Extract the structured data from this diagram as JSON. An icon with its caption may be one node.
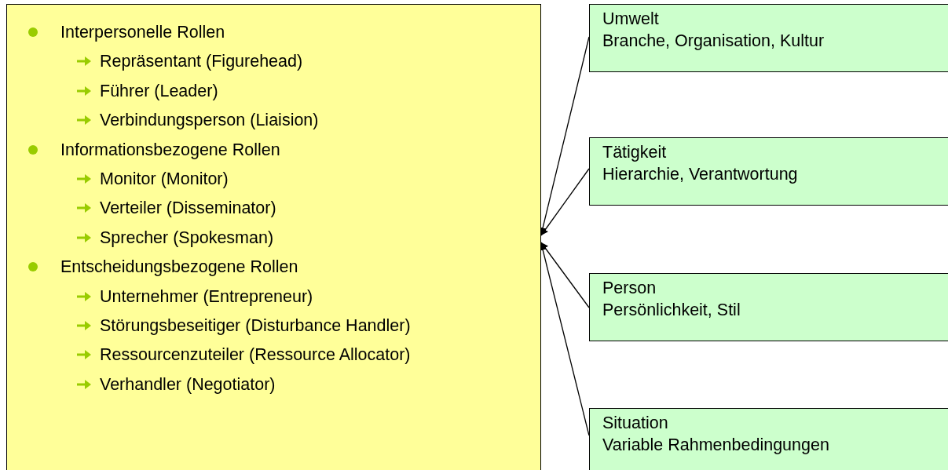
{
  "diagram": {
    "nodes": [
      {
        "text": [
          "Interpersonelle Rollen",
          "Repräsentant (Figurehead)",
          "Führer (Leader)",
          "Verbindungsperson (Liaision)",
          "Informationsbezogene Rollen",
          "Monitor (Monitor)",
          "Verteiler (Disseminator)",
          "Sprecher (Spokesman)",
          "Entscheidungsbezogene Rollen",
          "Unternehmer (Entrepreneur)",
          "Störungsbeseitiger (Disturbance Handler)",
          "Ressourcenzuteiler (Ressource Allocator)",
          "Verhandler (Negotiator)"
        ]
      },
      {
        "text": [
          "Umwelt",
          "Branche, Organisation, Kultur"
        ]
      },
      {
        "text": [
          "Tätigkeit",
          "Hierarchie, Verantwortung"
        ]
      },
      {
        "text": [
          "Person",
          "Persönlichkeit, Stil"
        ]
      },
      {
        "text": [
          "Situation",
          "Variable Rahmenbedingungen"
        ]
      }
    ],
    "edges": [
      {
        "from": 1,
        "to": 0,
        "arrow": "to"
      },
      {
        "from": 2,
        "to": 0,
        "arrow": "to"
      },
      {
        "from": 3,
        "to": 0,
        "arrow": "to"
      },
      {
        "from": 4,
        "to": 0,
        "arrow": "to"
      }
    ]
  }
}
